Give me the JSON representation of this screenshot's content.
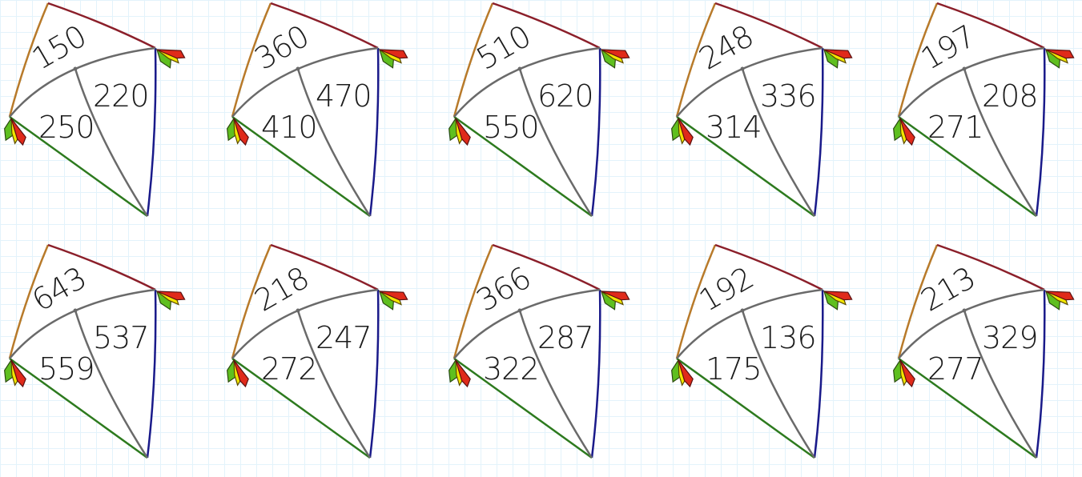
{
  "worksheet": {
    "kites": [
      {
        "top": "150",
        "right": "220",
        "left": "250"
      },
      {
        "top": "360",
        "right": "470",
        "left": "410"
      },
      {
        "top": "510",
        "right": "620",
        "left": "550"
      },
      {
        "top": "248",
        "right": "336",
        "left": "314"
      },
      {
        "top": "197",
        "right": "208",
        "left": "271"
      },
      {
        "top": "643",
        "right": "537",
        "left": "559"
      },
      {
        "top": "218",
        "right": "247",
        "left": "272"
      },
      {
        "top": "366",
        "right": "287",
        "left": "322"
      },
      {
        "top": "192",
        "right": "136",
        "left": "175"
      },
      {
        "top": "213",
        "right": "329",
        "left": "277"
      }
    ],
    "colors": {
      "edge_top_left": "#b87a2a",
      "edge_top_right": "#8b1f2a",
      "edge_right": "#1a1a8a",
      "edge_bottom": "#2d7a1e",
      "divider": "#6a6a6a",
      "bow_green": "#5fbf1f",
      "bow_yellow": "#f2e600",
      "bow_red": "#e02a1a"
    }
  }
}
